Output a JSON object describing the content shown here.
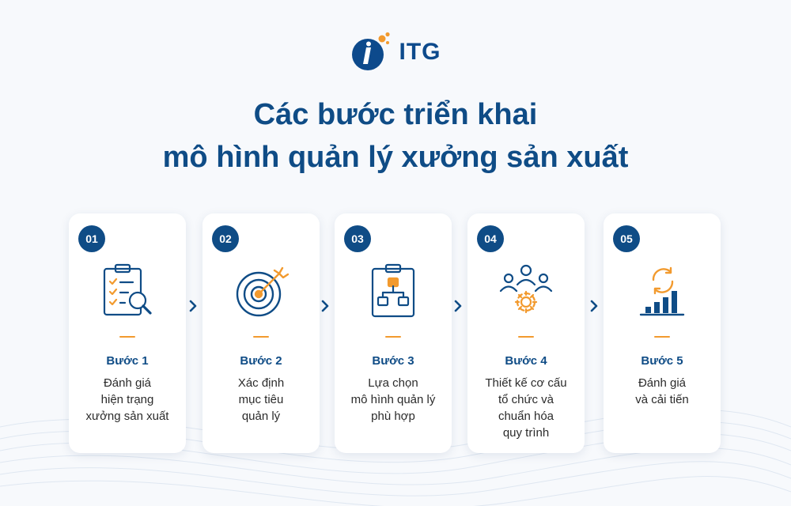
{
  "brand": {
    "name": "ITG",
    "color": "#0d4a8c",
    "accent": "#f29a2e"
  },
  "title": {
    "line1": "Các bước triển khai",
    "line2": "mô hình quản lý xưởng sản xuất"
  },
  "steps": [
    {
      "number": "01",
      "title": "Bước 1",
      "icon": "clipboard-search-icon",
      "desc": [
        "Đánh giá",
        "hiện trạng",
        "xưởng sản xuất"
      ]
    },
    {
      "number": "02",
      "title": "Bước 2",
      "icon": "target-arrow-icon",
      "desc": [
        "Xác định",
        "mục tiêu",
        "quản lý"
      ]
    },
    {
      "number": "03",
      "title": "Bước 3",
      "icon": "clipboard-org-chart-icon",
      "desc": [
        "Lựa chọn",
        "mô hình quản lý",
        "phù hợp"
      ]
    },
    {
      "number": "04",
      "title": "Bước 4",
      "icon": "team-gear-icon",
      "desc": [
        "Thiết kế cơ cấu",
        "tổ chức và",
        "chuẩn hóa",
        "quy trình"
      ]
    },
    {
      "number": "05",
      "title": "Bước 5",
      "icon": "growth-cycle-icon",
      "desc": [
        "Đánh giá",
        "và cải tiến"
      ]
    }
  ]
}
